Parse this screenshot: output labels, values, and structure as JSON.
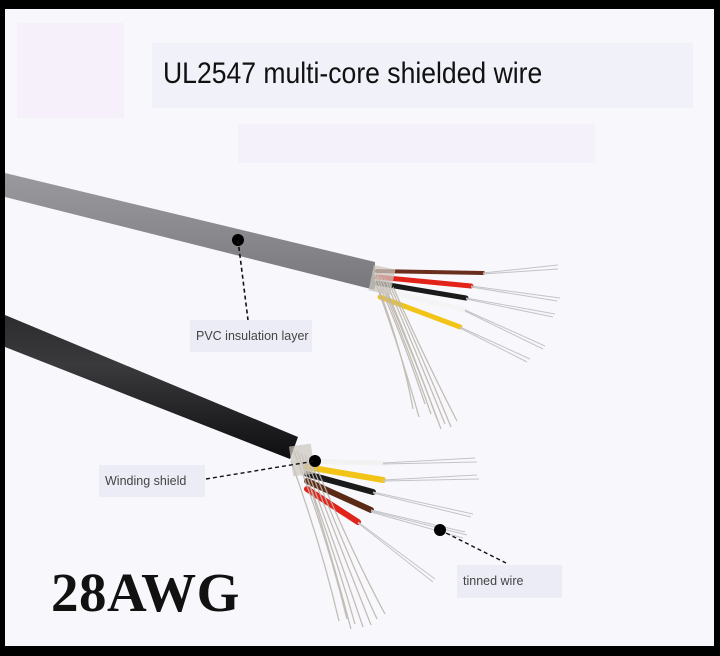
{
  "title": "UL2547 multi-core shielded wire",
  "gauge": "28AWG",
  "labels": {
    "pvc": "PVC insulation layer",
    "shield": "Winding shield",
    "tinned": "tinned wire"
  },
  "colors": {
    "background": "#f8f8fc",
    "border": "#000000",
    "gray_jacket": "#8a8a8e",
    "black_jacket": "#1c1c1e",
    "cores": [
      "#6b2e1e",
      "#e2231a",
      "#1a1a1a",
      "#f4f4f4",
      "#f2c418"
    ],
    "cores_lower": [
      "#f2f2f2",
      "#f2c418",
      "#1a1a1a",
      "#5a2a16",
      "#e2231a"
    ],
    "tinned": "#c9c9cc"
  },
  "cables": [
    {
      "name": "gray-cable",
      "jacket": "gray",
      "cores": [
        "brown",
        "red",
        "black",
        "white",
        "yellow"
      ]
    },
    {
      "name": "black-cable",
      "jacket": "black",
      "cores": [
        "white",
        "yellow",
        "black",
        "brown",
        "red"
      ]
    }
  ]
}
